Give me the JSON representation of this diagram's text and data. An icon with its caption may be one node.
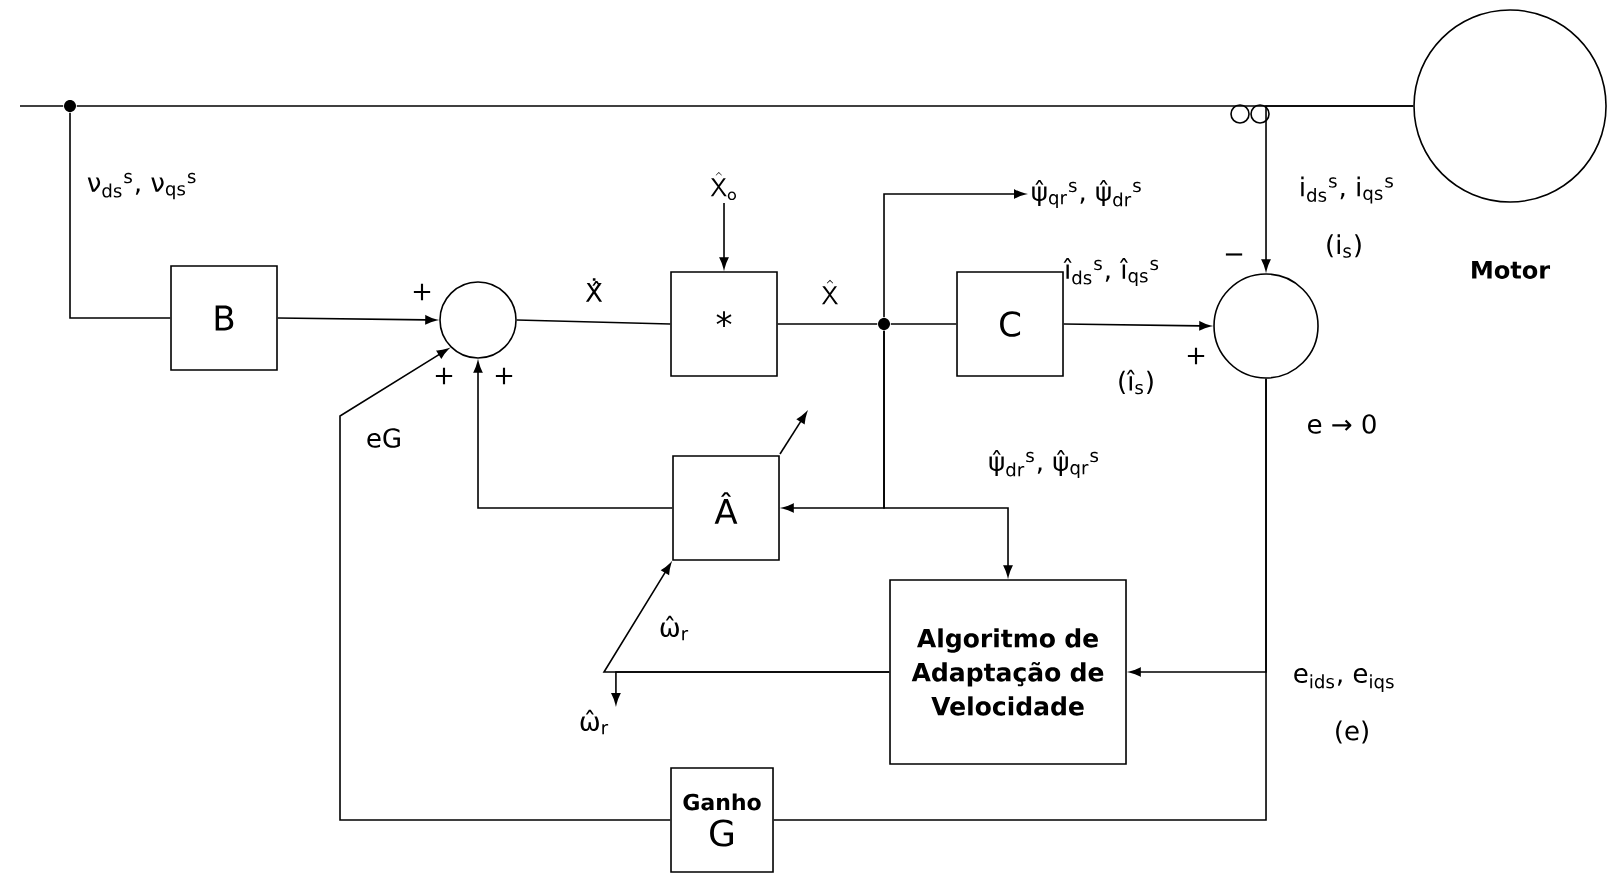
{
  "diagram": {
    "nodes": [
      {
        "text": [],
        "shape": "dot"
      },
      {
        "text": [
          "Motor"
        ]
      },
      {
        "text": [
          "B"
        ]
      },
      {
        "text": [],
        "shape": "circle"
      },
      {
        "text": [
          "*"
        ]
      },
      {
        "text": [],
        "shape": "dot"
      },
      {
        "text": [
          "C"
        ]
      },
      {
        "text": [],
        "shape": "circle"
      },
      {
        "text": [
          "Â"
        ]
      },
      {
        "text": [
          "Algoritmo de Adaptação de Velocidade"
        ]
      },
      {
        "text": [
          "Ganho",
          "G"
        ]
      },
      {
        "text": [
          "ψ̂$_{qr}$$^{s}$, ψ̂$_{dr}$$^{s}$"
        ]
      },
      {
        "text": [
          "ω̂$_{r}$"
        ]
      },
      {
        "text": [
          "\\hat{\\mathsf{X}}_{\\mathsf{o}}"
        ]
      }
    ],
    "edges": [
      {
        "from": null,
        "to": 0,
        "arrow": "none"
      },
      {
        "from": 0,
        "to": 1,
        "arrow": "none"
      },
      {
        "from": 0,
        "to": 2,
        "arrow": "none"
      },
      {
        "from": 2,
        "to": 3,
        "arrow": "to"
      },
      {
        "from": 3,
        "to": 4,
        "arrow": "none"
      },
      {
        "from": 13,
        "to": 4,
        "arrow": "to"
      },
      {
        "from": 4,
        "to": 5,
        "arrow": "none"
      },
      {
        "from": 5,
        "to": 6,
        "arrow": "none"
      },
      {
        "from": 5,
        "to": 11,
        "arrow": "to"
      },
      {
        "from": 6,
        "to": 7,
        "arrow": "to"
      },
      {
        "from": 1,
        "to": 7,
        "arrow": "to"
      },
      {
        "from": 5,
        "to": 8,
        "arrow": "to"
      },
      {
        "from": 5,
        "to": 9,
        "arrow": "to"
      },
      {
        "from": 8,
        "to": 3,
        "arrow": "to"
      },
      {
        "from": 7,
        "to": 9,
        "arrow": "to"
      },
      {
        "from": 7,
        "to": 10,
        "arrow": "none"
      },
      {
        "from": 10,
        "to": 3,
        "arrow": "to"
      },
      {
        "from": 9,
        "to": 8,
        "arrow": "to"
      },
      {
        "from": 9,
        "to": 12,
        "arrow": "to"
      }
    ],
    "labels": [
      "ν$_{ds}$$^{s}$, ν$_{qs}$$^{s}$",
      "i$_{ds}$$^{s}$, i$_{qs}$$^{s}$",
      "(i$_{s}$)",
      "−",
      "î$_{ds}$$^{s}$, î$_{qs}$$^{s}$",
      "+",
      "Ẋ̂",
      "\\hat{\\mathsf{X}}",
      "+",
      "+",
      "+",
      "(î$_{s}$)",
      "e → 0",
      "eG",
      "ψ̂$_{dr}$$^{s}$, ψ̂$_{qr}$$^{s}$",
      "ω̂$_{r}$",
      "e$_{ids}$, e$_{iqs}$",
      "(e)"
    ]
  }
}
